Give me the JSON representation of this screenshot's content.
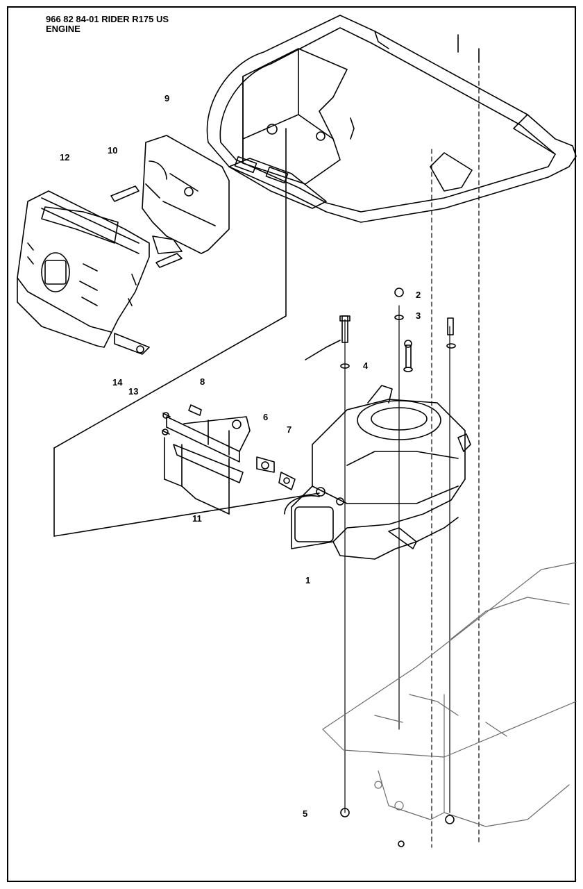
{
  "header": {
    "model_line": "966 82 84-01 RIDER R175 US",
    "section_title": "ENGINE"
  },
  "callouts": [
    "1",
    "2",
    "3",
    "4",
    "5",
    "6",
    "7",
    "8",
    "9",
    "10",
    "11",
    "12",
    "13",
    "14"
  ],
  "colors": {
    "line": "#000000",
    "background": "#ffffff"
  }
}
